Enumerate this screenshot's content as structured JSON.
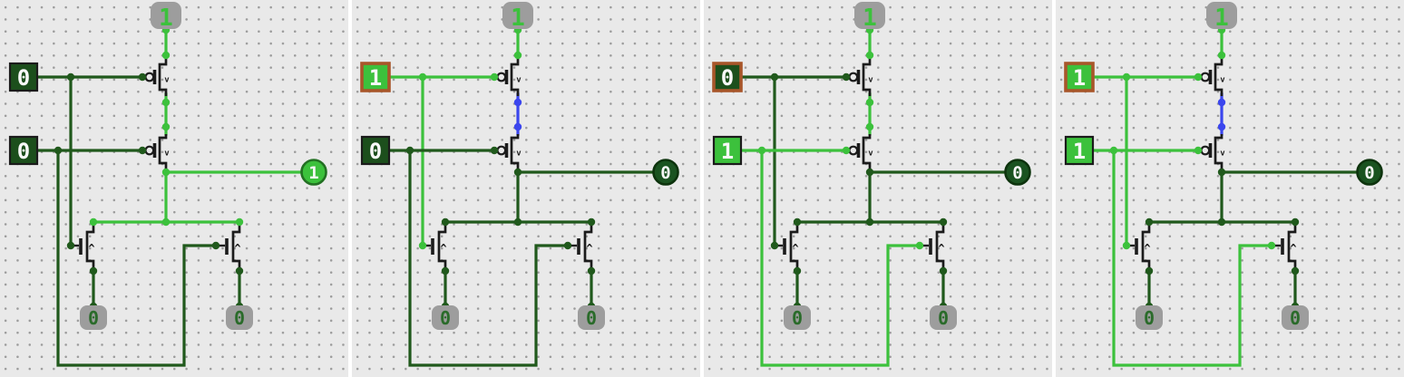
{
  "app": {
    "description": "transistor-level NOR gate simulation, four input combinations"
  },
  "colors": {
    "signal_high": "#3cc13c",
    "signal_low": "#20591c",
    "signal_floating": "#3b46ee",
    "component_black": "#1b1b1b",
    "pad_gray": "#9d9d9d",
    "input_border": "#1b1b1b",
    "focus_halo": "#a8562a",
    "digit_white": "#f8f8f8",
    "gnd_digit": "#2a6b2a",
    "output_high_fill": "#3cc13c",
    "output_high_stroke": "#237023",
    "output_low_fill": "#1a5320",
    "output_low_stroke": "#0d330d",
    "canvas_bg": "#e9e9e9",
    "grid_dot": "#9b9b9b"
  },
  "panels": [
    {
      "vdd_label": "1",
      "input_a": {
        "value": "0",
        "state": "low",
        "focused": false
      },
      "input_b": {
        "value": "0",
        "state": "low",
        "focused": false
      },
      "mid_state": "high",
      "output": {
        "value": "1",
        "state": "high"
      },
      "gnd_left_label": "0",
      "gnd_right_label": "0"
    },
    {
      "vdd_label": "1",
      "input_a": {
        "value": "1",
        "state": "high",
        "focused": true
      },
      "input_b": {
        "value": "0",
        "state": "low",
        "focused": false
      },
      "mid_state": "floating",
      "output": {
        "value": "0",
        "state": "low"
      },
      "gnd_left_label": "0",
      "gnd_right_label": "0"
    },
    {
      "vdd_label": "1",
      "input_a": {
        "value": "0",
        "state": "low",
        "focused": true
      },
      "input_b": {
        "value": "1",
        "state": "high",
        "focused": false
      },
      "mid_state": "high",
      "output": {
        "value": "0",
        "state": "low"
      },
      "gnd_left_label": "0",
      "gnd_right_label": "0"
    },
    {
      "vdd_label": "1",
      "input_a": {
        "value": "1",
        "state": "high",
        "focused": true
      },
      "input_b": {
        "value": "1",
        "state": "high",
        "focused": false
      },
      "mid_state": "floating",
      "output": {
        "value": "0",
        "state": "low"
      },
      "gnd_left_label": "0",
      "gnd_right_label": "0"
    }
  ]
}
